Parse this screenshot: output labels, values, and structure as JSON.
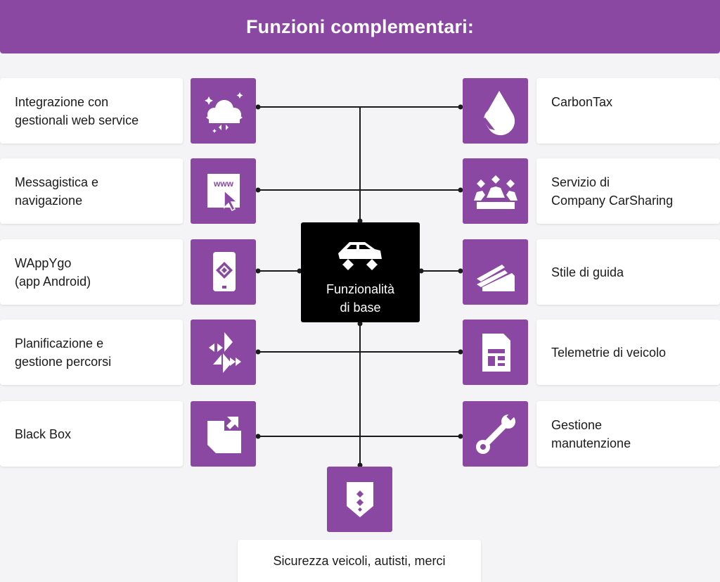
{
  "header": {
    "title": "Funzioni complementari:"
  },
  "center": {
    "label": "Funzionalità\ndi base",
    "icon": "car-icon"
  },
  "left_items": [
    {
      "label": "Integrazione con\ngestionali web service",
      "icon": "cloud-icon"
    },
    {
      "label": "Messagistica e\nnavigazione",
      "icon": "www-cursor-icon"
    },
    {
      "label": "WAppYgo\n(app Android)",
      "icon": "phone-icon"
    },
    {
      "label": "Planificazione e\ngestione percorsi",
      "icon": "route-arrows-icon"
    },
    {
      "label": "Black Box",
      "icon": "box-icon"
    }
  ],
  "right_items": [
    {
      "label": "CarbonTax",
      "icon": "drop-icon"
    },
    {
      "label": "Servizio di\nCompany CarSharing",
      "icon": "people-icon"
    },
    {
      "label": "Stile di guida",
      "icon": "driving-style-icon"
    },
    {
      "label": "Telemetrie di veicolo",
      "icon": "sim-card-icon"
    },
    {
      "label": "Gestione\nmanutenzione",
      "icon": "wrench-icon"
    }
  ],
  "bottom": {
    "label": "Sicurezza veicoli, autisti, merci",
    "icon": "shield-icon"
  },
  "colors": {
    "accent": "#8a48a3",
    "center_bg": "#000000",
    "line": "#1a1a1a"
  }
}
